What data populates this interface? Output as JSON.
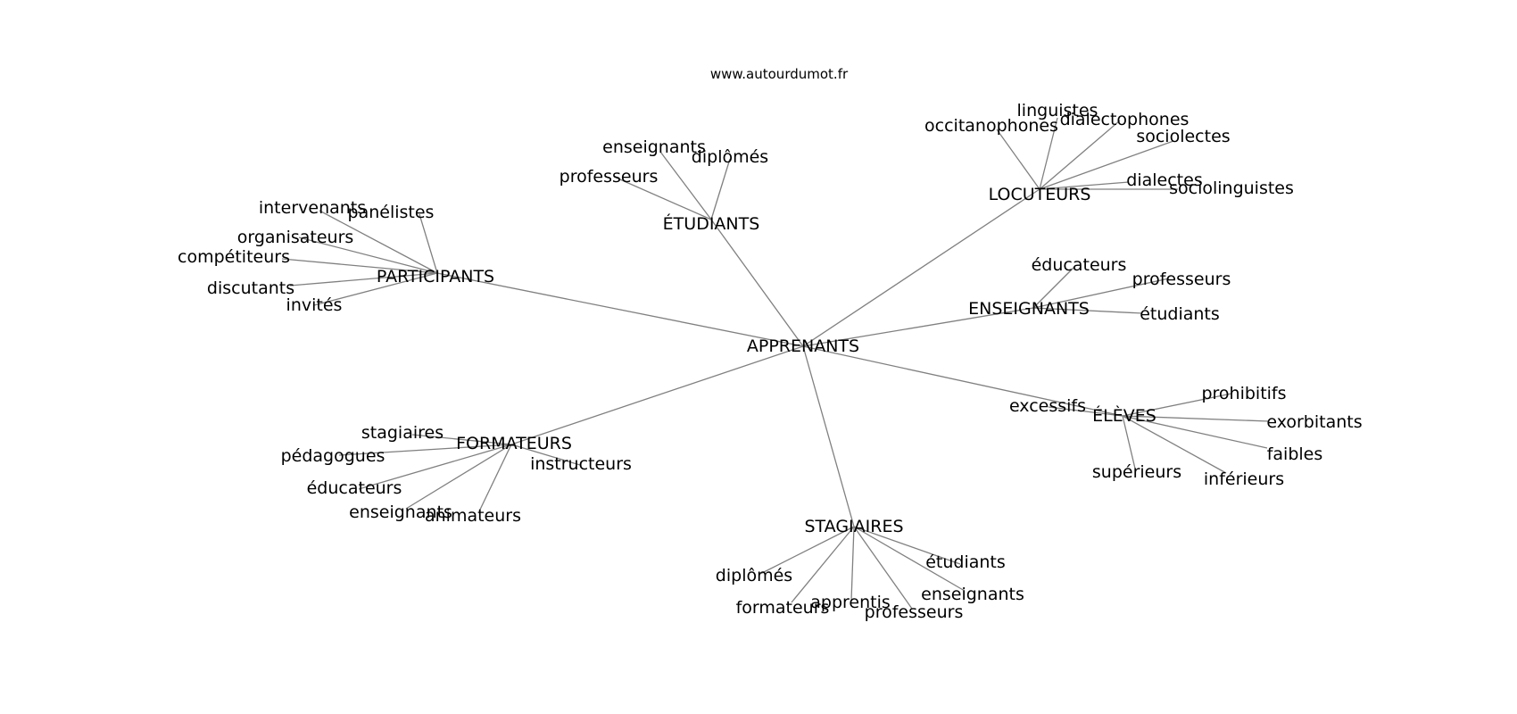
{
  "source": "www.autourdumot.fr",
  "colors": {
    "edge": "#808080",
    "text": "#000000",
    "background": "#ffffff"
  },
  "graph": {
    "root": "APPRENANTS",
    "clusters": [
      {
        "hub": "ÉTUDIANTS",
        "leaves": [
          "enseignants",
          "diplômés",
          "professeurs"
        ]
      },
      {
        "hub": "LOCUTEURS",
        "leaves": [
          "occitanophones",
          "linguistes",
          "dialectophones",
          "sociolectes",
          "dialectes",
          "sociolinguistes"
        ]
      },
      {
        "hub": "PARTICIPANTS",
        "leaves": [
          "intervenants",
          "panélistes",
          "organisateurs",
          "compétiteurs",
          "discutants",
          "invités"
        ]
      },
      {
        "hub": "ENSEIGNANTS",
        "leaves": [
          "éducateurs",
          "professeurs",
          "étudiants"
        ]
      },
      {
        "hub": "ÉLÈVES",
        "leaves": [
          "excessifs",
          "prohibitifs",
          "exorbitants",
          "faibles",
          "supérieurs",
          "inférieurs"
        ]
      },
      {
        "hub": "FORMATEURS",
        "leaves": [
          "stagiaires",
          "pédagogues",
          "éducateurs",
          "enseignants",
          "animateurs",
          "instructeurs"
        ]
      },
      {
        "hub": "STAGIAIRES",
        "leaves": [
          "diplômés",
          "formateurs",
          "apprentis",
          "professeurs",
          "enseignants",
          "étudiants"
        ]
      }
    ]
  }
}
